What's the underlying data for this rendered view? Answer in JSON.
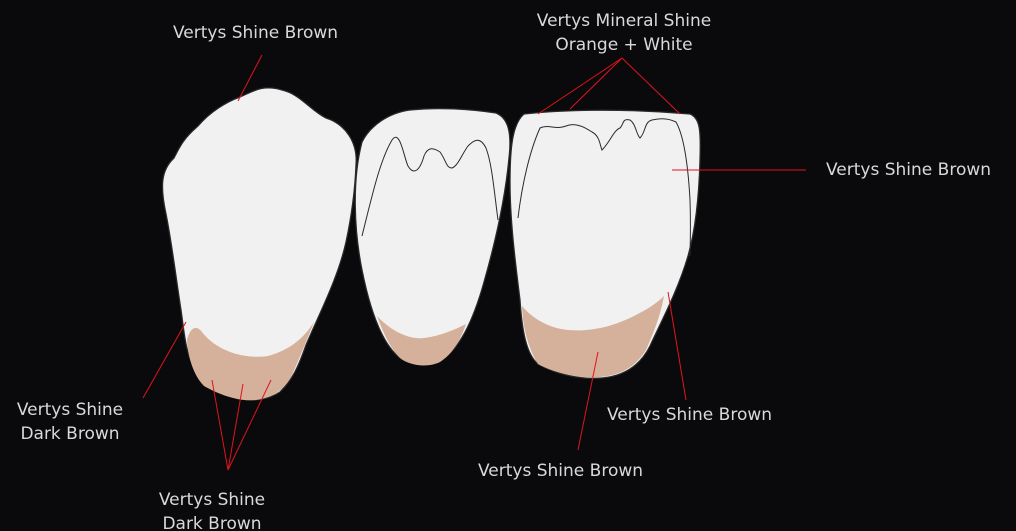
{
  "colors": {
    "background": "#0a0a0c",
    "tooth_fill": "#f0f1f0",
    "tooth_outline": "#2a2a2a",
    "stain_fill": "#d5b09b",
    "leader_line": "#e0141c",
    "label_text": "#d9d9d9"
  },
  "teeth": [
    {
      "name": "left-tooth"
    },
    {
      "name": "middle-tooth"
    },
    {
      "name": "right-tooth"
    }
  ],
  "labels": {
    "top_left": "Vertys Shine Brown",
    "top_center_line1": "Vertys Mineral Shine",
    "top_center_line2": "Orange + White",
    "right": "Vertys Shine Brown",
    "left_line1": "Vertys Shine",
    "left_line2": "Dark Brown",
    "bottom_left_line1": "Vertys Shine",
    "bottom_left_line2": "Dark Brown",
    "bottom_right": "Vertys Shine Brown",
    "bottom_center": "Vertys Shine Brown"
  }
}
